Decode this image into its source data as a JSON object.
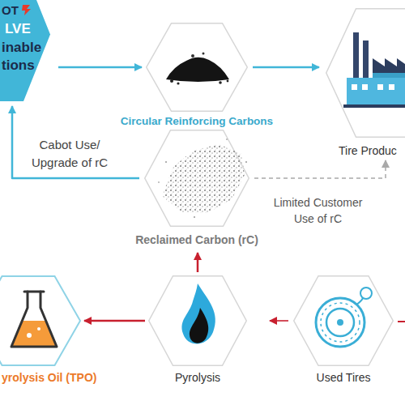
{
  "diagram": {
    "nodes": [
      {
        "text": [
          "OT",
          "LVE",
          "inable tions"
        ]
      },
      {
        "text": [
          "Circular Reinforcing Carbons"
        ]
      },
      {
        "text": [
          "Tire Produc"
        ]
      },
      {
        "text": [
          "Reclaimed Carbon (rC)"
        ]
      },
      {
        "text": [
          "yrolysis Oil (TPO)"
        ]
      },
      {
        "text": [
          "Pyrolysis"
        ]
      },
      {
        "text": [
          "Used Tires"
        ]
      }
    ],
    "edges": [
      {
        "from": 0,
        "to": 1,
        "arrow": "to"
      },
      {
        "from": 1,
        "to": 2,
        "arrow": "to"
      },
      {
        "from": 3,
        "to": 0,
        "label": "Cabot Use/ Upgrade of rC",
        "arrow": "to"
      },
      {
        "from": 3,
        "to": 2,
        "label": "Limited Customer Use of rC",
        "arrow": "to"
      },
      {
        "from": 5,
        "to": 3,
        "arrow": "to"
      },
      {
        "from": 5,
        "to": 4,
        "arrow": "to"
      },
      {
        "from": 6,
        "to": 5,
        "arrow": "to"
      }
    ]
  }
}
